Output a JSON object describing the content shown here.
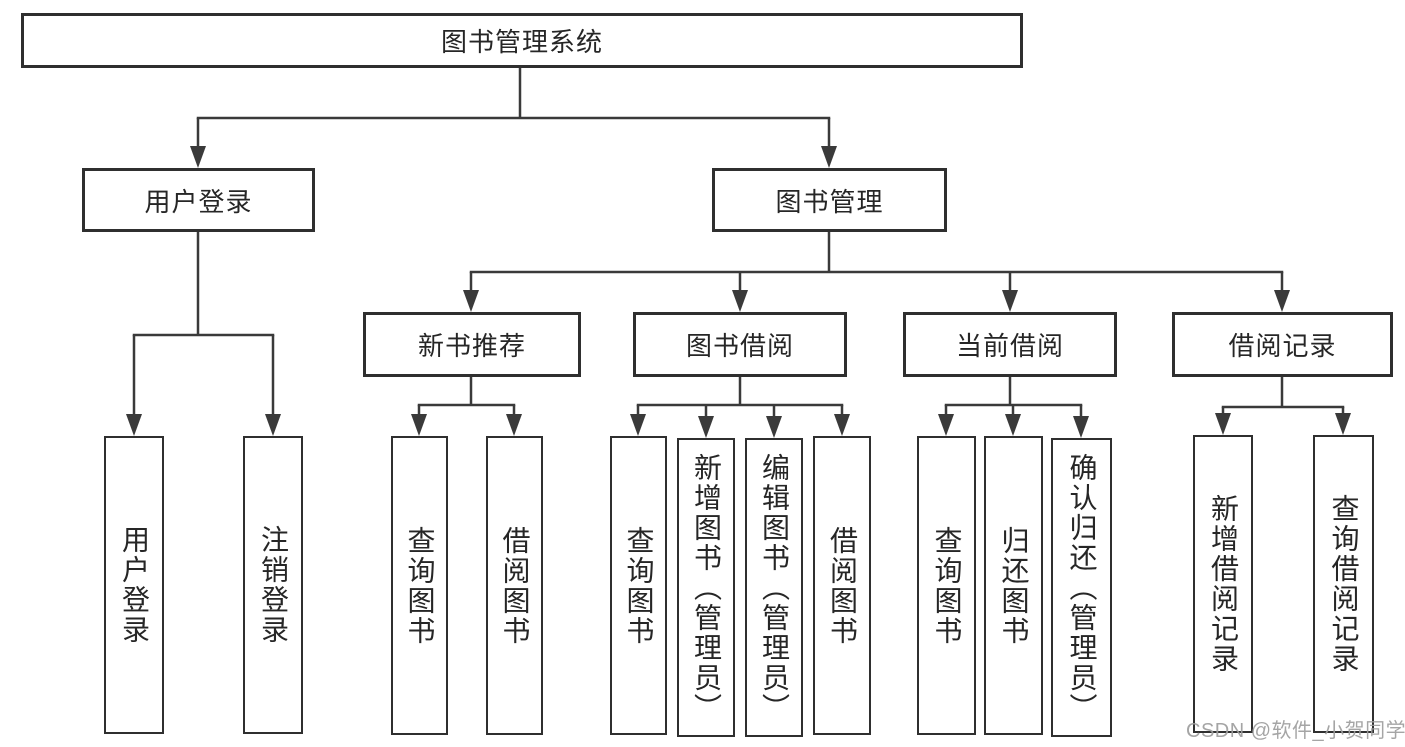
{
  "diagram": {
    "type": "hierarchy-tree",
    "title": "图书管理系统",
    "nodes": {
      "root": "图书管理系统",
      "level2": {
        "user_login": "用户登录",
        "book_mgmt": "图书管理"
      },
      "level3": {
        "new_book_rec": "新书推荐",
        "book_borrow": "图书借阅",
        "current_borrow": "当前借阅",
        "borrow_record": "借阅记录"
      },
      "leaves": {
        "user_login_1": "用户登录",
        "user_login_2": "注销登录",
        "new_rec_1": "查询图书",
        "new_rec_2": "借阅图书",
        "borrow_1": "查询图书",
        "borrow_2": "新增图书（管理员）",
        "borrow_3": "编辑图书（管理员）",
        "borrow_4": "借阅图书",
        "current_1": "查询图书",
        "current_2": "归还图书",
        "current_3": "确认归还（管理员）",
        "record_1": "新增借阅记录",
        "record_2": "查询借阅记录"
      }
    },
    "structure": {
      "图书管理系统": [
        "用户登录",
        "图书管理"
      ],
      "用户登录": [
        "用户登录",
        "注销登录"
      ],
      "图书管理": [
        "新书推荐",
        "图书借阅",
        "当前借阅",
        "借阅记录"
      ],
      "新书推荐": [
        "查询图书",
        "借阅图书"
      ],
      "图书借阅": [
        "查询图书",
        "新增图书（管理员）",
        "编辑图书（管理员）",
        "借阅图书"
      ],
      "当前借阅": [
        "查询图书",
        "归还图书",
        "确认归还（管理员）"
      ],
      "借阅记录": [
        "新增借阅记录",
        "查询借阅记录"
      ]
    },
    "watermark": "CSDN @软件_小贺同学",
    "colors": {
      "line": "#3a3a3a",
      "border": "#2f2f2f",
      "fill": "#ffffff",
      "text": "#262626",
      "watermark": "#9e9e9e"
    }
  }
}
